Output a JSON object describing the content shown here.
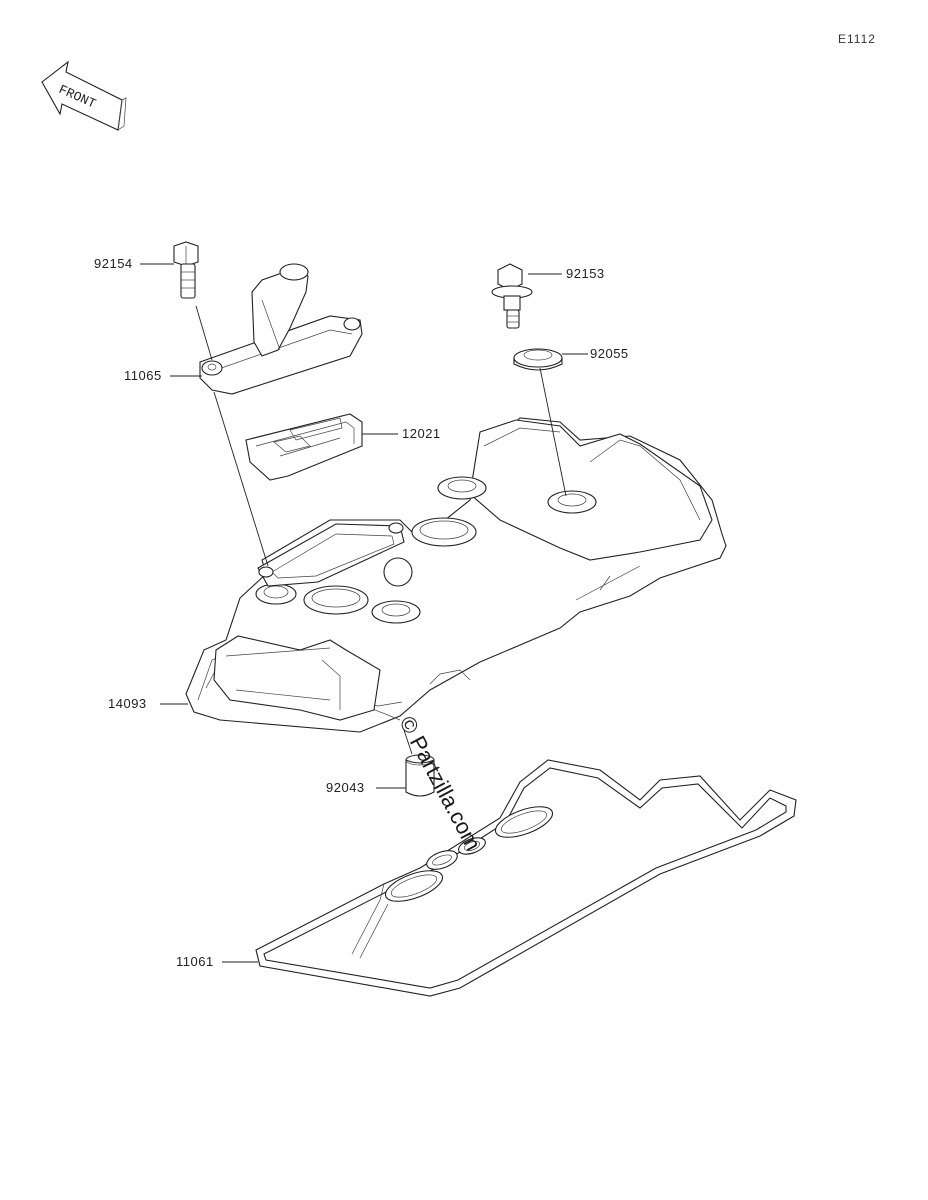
{
  "diagram_code": "E1112",
  "front_arrow": {
    "text": "FRONT",
    "icon": "front-direction-arrow-icon"
  },
  "watermark": "© Partzilla.com",
  "parts": [
    {
      "id": "p92154",
      "number": "92154"
    },
    {
      "id": "p92153",
      "number": "92153"
    },
    {
      "id": "p92055",
      "number": "92055"
    },
    {
      "id": "p11065",
      "number": "11065"
    },
    {
      "id": "p12021",
      "number": "12021"
    },
    {
      "id": "p14093",
      "number": "14093"
    },
    {
      "id": "p92043",
      "number": "92043"
    },
    {
      "id": "p11061",
      "number": "11061"
    }
  ]
}
